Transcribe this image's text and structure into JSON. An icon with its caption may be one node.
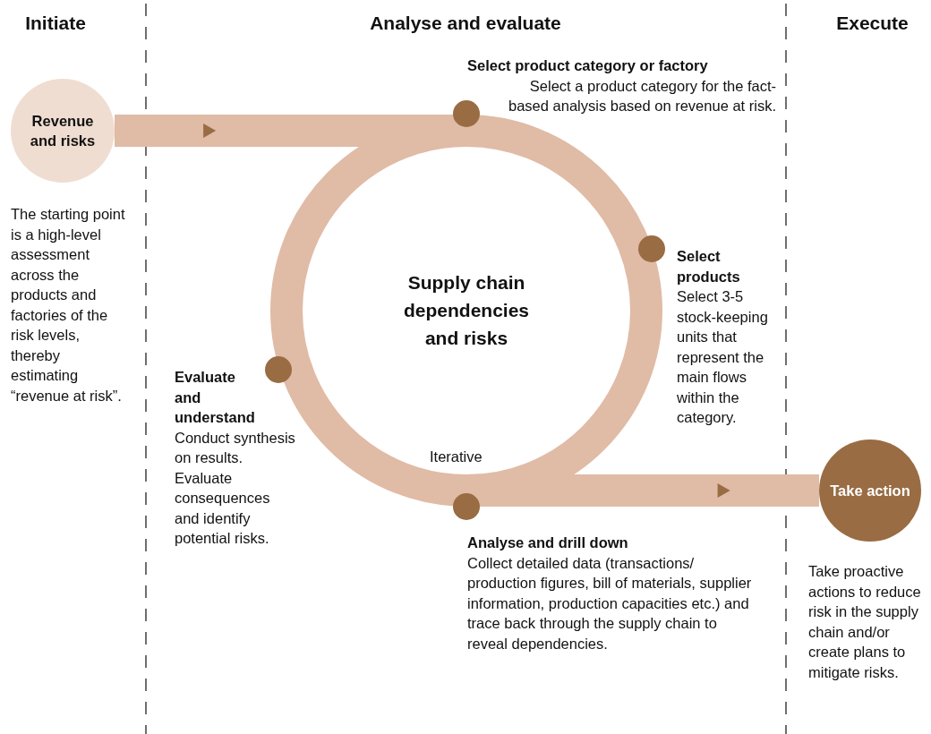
{
  "diagram": {
    "nodes": [
      {
        "text": [
          "Revenue and risks"
        ],
        "beside": [
          "The starting point is a high-level assessment across the products and factories of the risk levels, thereby estimating “revenue at risk”."
        ]
      },
      {
        "text": [
          "Supply chain dependencies and risks"
        ]
      },
      {
        "text": [
          "Select product category or factory",
          "Select a product category for the fact-based analysis based on revenue at risk."
        ]
      },
      {
        "text": [
          "Select products",
          "Select 3-5 stock-keeping units that represent the main flows within the category."
        ]
      },
      {
        "text": [
          "Evaluate and understand",
          "Conduct synthesis on results. Evaluate consequences and identify potential risks."
        ]
      },
      {
        "text": [
          "Analyse and drill down",
          "Collect detailed data (transactions/ production figures, bill of materials, supplier information, production capacities etc.) and trace back through the supply chain to reveal dependencies."
        ]
      },
      {
        "text": [
          "Take action"
        ],
        "beside": [
          "Take proactive actions to reduce risk in the supply chain and/or create plans to mitigate risks."
        ]
      }
    ],
    "edges": [
      {
        "from": 0,
        "to": 1,
        "arrow": "to"
      },
      {
        "from": 1,
        "to": 6,
        "arrow": "to"
      }
    ],
    "labels": [
      "Initiate",
      "Analyse and evaluate",
      "Execute",
      "Iterative"
    ]
  }
}
